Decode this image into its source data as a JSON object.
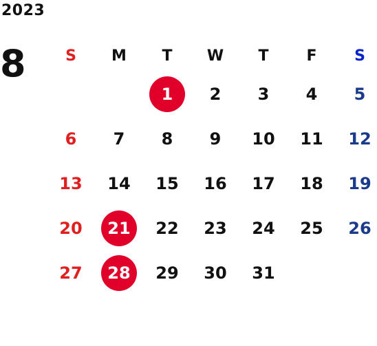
{
  "calendar": {
    "year": "2023",
    "month": "8",
    "weekdays": [
      "S",
      "M",
      "T",
      "W",
      "T",
      "F",
      "S"
    ],
    "weeks": [
      [
        "",
        "",
        "1",
        "2",
        "3",
        "4",
        "5"
      ],
      [
        "6",
        "7",
        "8",
        "9",
        "10",
        "11",
        "12"
      ],
      [
        "13",
        "14",
        "15",
        "16",
        "17",
        "18",
        "19"
      ],
      [
        "20",
        "21",
        "22",
        "23",
        "24",
        "25",
        "26"
      ],
      [
        "27",
        "28",
        "29",
        "30",
        "31",
        "",
        ""
      ]
    ],
    "highlighted_days": [
      "1",
      "21",
      "28"
    ]
  },
  "colors": {
    "sunday": "#e02020",
    "saturday": "#1a3a8c",
    "highlight": "#e0002a",
    "text": "#111111"
  }
}
